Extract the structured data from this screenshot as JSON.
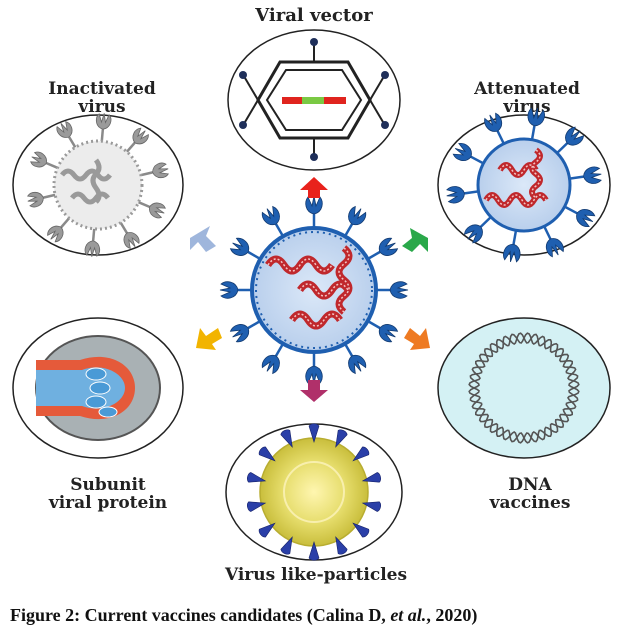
{
  "labels": {
    "viral_vector": "Viral vector",
    "inactivated_virus": [
      "Inactivated",
      "virus"
    ],
    "attenuated_virus": [
      "Attenuated",
      "virus"
    ],
    "subunit_viral_protein": [
      "Subunit",
      "viral protein"
    ],
    "dna_vaccines": [
      "DNA",
      "vaccines"
    ],
    "virus_like_particles": "Virus like-particles"
  },
  "caption": {
    "prefix": "Figure 2: Current vaccines candidates (Calina D, ",
    "italic": "et al.",
    "suffix": ", 2020)"
  },
  "colors": {
    "virus_blue": "#1f5fb0",
    "virus_body": "#c7d9f0",
    "rna_red": "#c0282c",
    "arrow_red": "#e8221c",
    "arrow_green": "#2aa84a",
    "arrow_lightblue": "#9fb6dc",
    "arrow_orange": "#ee7a22",
    "arrow_yellow": "#f2b400",
    "arrow_magenta": "#b0306a",
    "dna_circle_fill": "#d4f1f4",
    "vlp_yellow": "#e5dc6a"
  }
}
